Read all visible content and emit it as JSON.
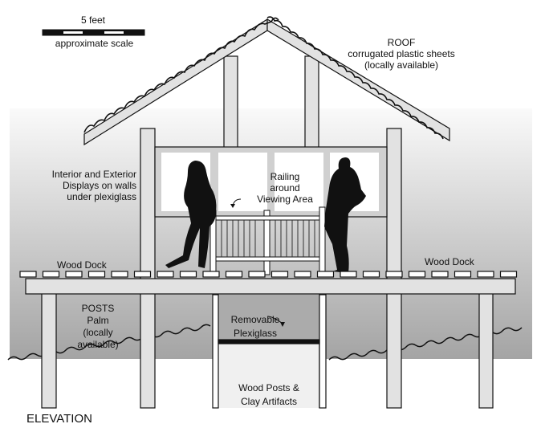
{
  "scale": {
    "length_label": "5 feet",
    "caption": "approximate scale"
  },
  "labels": {
    "roof": [
      "ROOF",
      "corrugated plastic sheets",
      "(locally available)"
    ],
    "displays": [
      "Interior and Exterior",
      "Displays on walls",
      "under plexiglass"
    ],
    "railing": [
      "Railing",
      "around",
      "Viewing Area"
    ],
    "wood_dock_left": "Wood Dock",
    "wood_dock_right": "Wood Dock",
    "posts": [
      "POSTS",
      "Palm",
      "(locally",
      "available)"
    ],
    "plexiglass": [
      "Removable",
      "Plexiglass"
    ],
    "pit": [
      "Wood Posts &",
      "Clay Artifacts"
    ],
    "view_title": "ELEVATION"
  },
  "colors": {
    "water_top": "#f4f4f4",
    "water_bottom": "#a4a4a4",
    "wood": "#e2e2e2",
    "line": "#111111"
  }
}
